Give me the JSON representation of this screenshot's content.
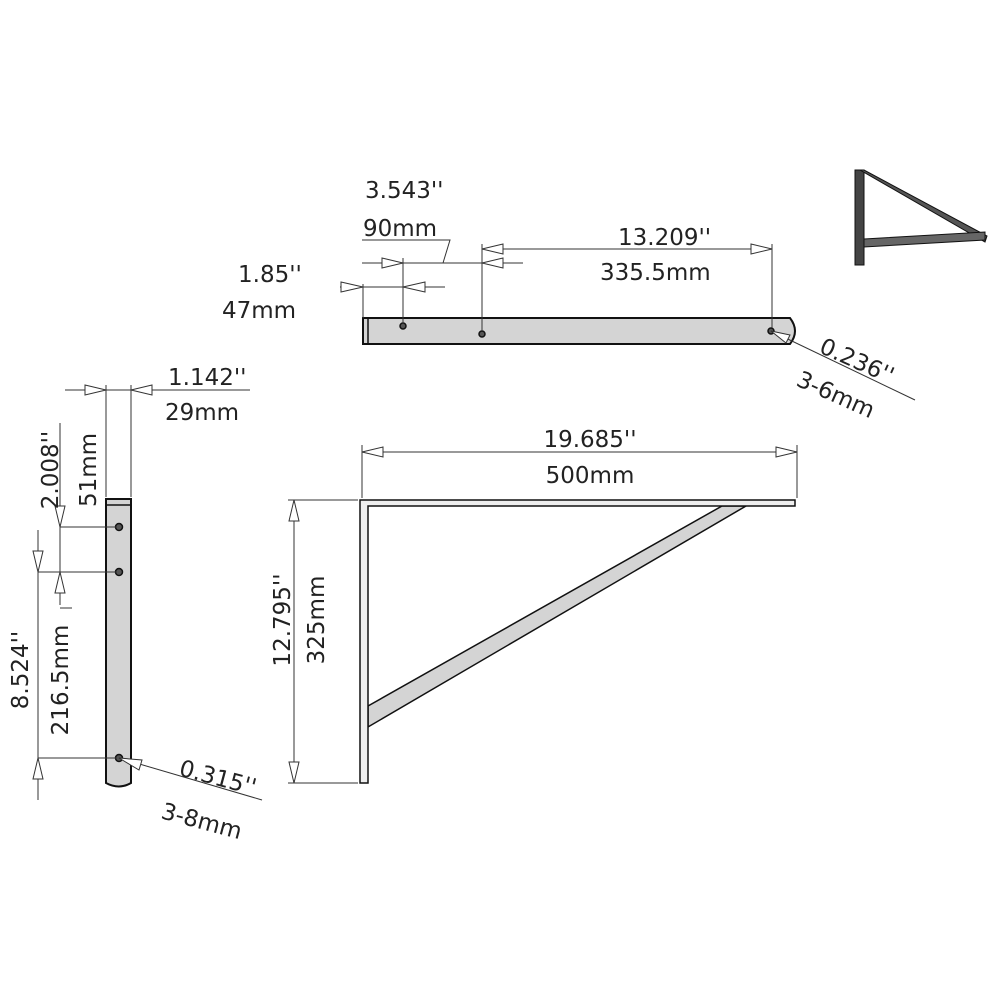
{
  "top_view": {
    "dim_edge_to_hole1": {
      "inch": "1.85''",
      "mm": "47mm"
    },
    "dim_hole1_to_hole2": {
      "inch": "3.543''",
      "mm": "90mm"
    },
    "dim_hole2_to_hole3": {
      "inch": "13.209''",
      "mm": "335.5mm"
    },
    "dim_hole_diameter": {
      "inch": "0.236''",
      "mm": "3-6mm"
    }
  },
  "side_view": {
    "dim_width": {
      "inch": "1.142''",
      "mm": "29mm"
    },
    "dim_top_to_hole1": {
      "inch": "2.008''",
      "mm": "51mm"
    },
    "dim_hole2_to_hole3": {
      "inch": "8.524''",
      "mm": "216.5mm"
    },
    "dim_hole_diameter": {
      "inch": "0.315''",
      "mm": "3-8mm"
    }
  },
  "front_view": {
    "dim_length": {
      "inch": "19.685''",
      "mm": "500mm"
    },
    "dim_height": {
      "inch": "12.795''",
      "mm": "325mm"
    }
  },
  "colors": {
    "part_fill": "#d4d4d4",
    "line": "#333333"
  }
}
